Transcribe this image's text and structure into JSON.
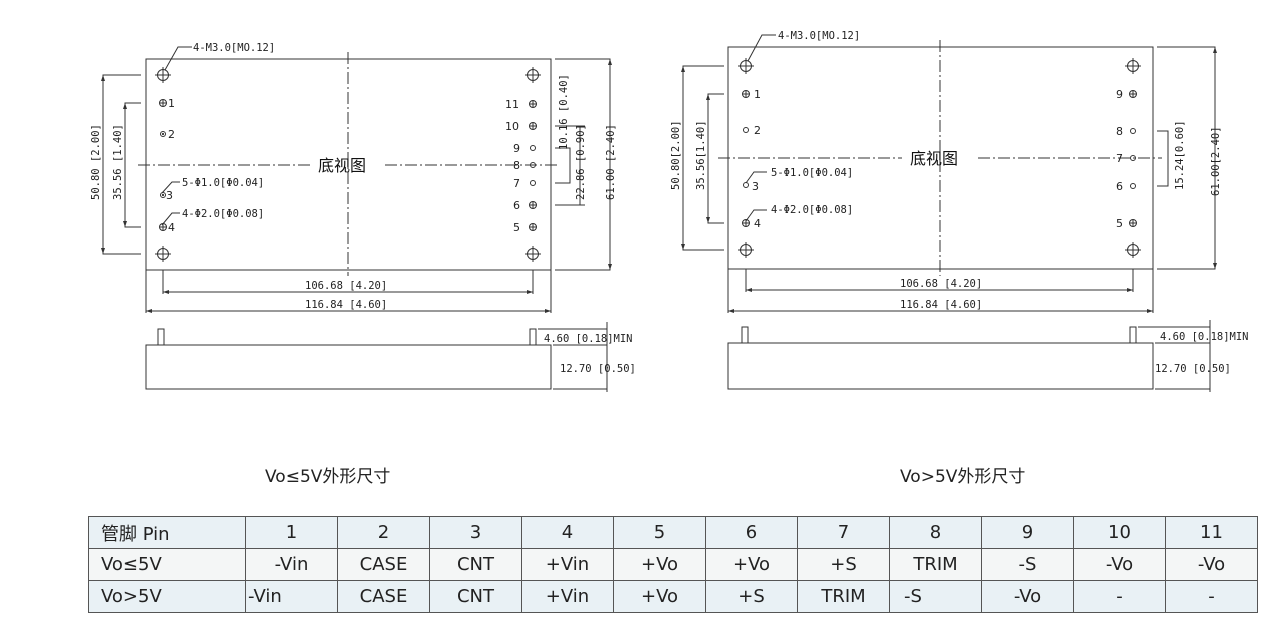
{
  "drawings": [
    {
      "id": "left",
      "view_label": "底视图",
      "caption": "Vo≤5V外形尺寸",
      "callouts": {
        "mount": "4-M3.0[MO.12]",
        "small_pin": "5-Φ1.0[Φ0.04]",
        "large_pin": "4-Φ2.0[Φ0.08]"
      },
      "dims": {
        "outer_v": "50.80 [2.00]",
        "inner_v": "35.56 [1.40]",
        "pitch_a": "10.16 [0.40]",
        "pitch_b": "22.86 [0.90]",
        "height_total": "61.00 [2.40]",
        "width_inner": "106.68 [4.20]",
        "width_outer": "116.84 [4.60]",
        "pin_len": "4.60 [0.18]MIN",
        "thickness": "12.70 [0.50]"
      },
      "left_pins": [
        "1",
        "2",
        "3",
        "4"
      ],
      "right_pins": [
        "11",
        "10",
        "9",
        "8",
        "7",
        "6",
        "5"
      ]
    },
    {
      "id": "right",
      "view_label": "底视图",
      "caption": "Vo>5V外形尺寸",
      "callouts": {
        "mount": "4-M3.0[MO.12]",
        "small_pin": "5-Φ1.0[Φ0.04]",
        "large_pin": "4-Φ2.0[Φ0.08]"
      },
      "dims": {
        "outer_v": "50.80[2.00]",
        "inner_v": "35.56[1.40]",
        "pitch_a": "15.24[0.60]",
        "height_total": "61.00[2.40]",
        "width_inner": "106.68 [4.20]",
        "width_outer": "116.84 [4.60]",
        "pin_len": "4.60 [0.18]MIN",
        "thickness": "12.70 [0.50]"
      },
      "left_pins": [
        "1",
        "2",
        "3",
        "4"
      ],
      "right_pins": [
        "9",
        "8",
        "7",
        "6",
        "5"
      ]
    }
  ],
  "pin_table": {
    "header": [
      "管脚 Pin",
      "1",
      "2",
      "3",
      "4",
      "5",
      "6",
      "7",
      "8",
      "9",
      "10",
      "11"
    ],
    "rows": [
      [
        "Vo≤5V",
        "-Vin",
        "CASE",
        "CNT",
        "+Vin",
        "+Vo",
        "+Vo",
        "+S",
        "TRIM",
        "-S",
        "-Vo",
        "-Vo"
      ],
      [
        "Vo>5V",
        "-Vin",
        "CASE",
        "CNT",
        "+Vin",
        "+Vo",
        "+S",
        "TRIM",
        "-S",
        "-Vo",
        "-",
        "-"
      ]
    ]
  }
}
